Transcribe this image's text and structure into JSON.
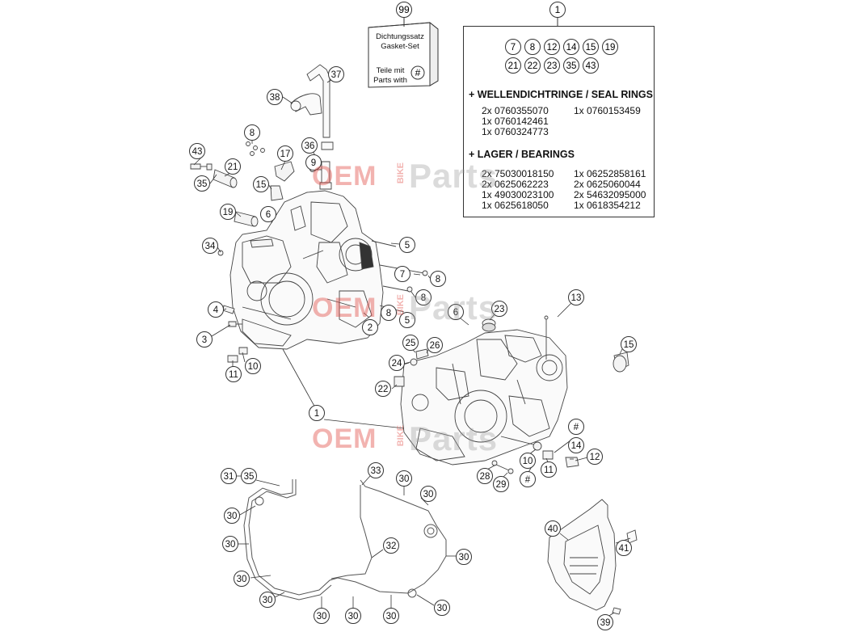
{
  "gasket_set": {
    "number": "99",
    "line1": "Dichtungssatz",
    "line2": "Gasket-Set",
    "line3": "Teile mit",
    "line4": "Parts with",
    "symbol": "#"
  },
  "info_box": {
    "number": "1",
    "parts_row1": [
      "7",
      "8",
      "12",
      "14",
      "15",
      "19"
    ],
    "parts_row2": [
      "21",
      "22",
      "23",
      "35",
      "43"
    ],
    "seal_heading": "+ WELLENDICHTRINGE / SEAL RINGS",
    "seal_left": [
      "2x 0760355070",
      "1x 0760142461",
      "1x 0760324773"
    ],
    "seal_right": [
      "1x 0760153459"
    ],
    "bearing_heading": "+ LAGER / BEARINGS",
    "bearing_left": [
      "2x 75030018150",
      "2x 0625062223",
      "1x 49030023100",
      "1x 0625618050"
    ],
    "bearing_right": [
      "1x 06252858161",
      "2x 0625060044",
      "2x 54632095000",
      "1x 0618354212"
    ]
  },
  "watermark": {
    "brand_a": "OEM",
    "brand_b": "BIKE",
    "brand_c": "Parts"
  },
  "callouts": {
    "c37": "37",
    "c38": "38",
    "c8a": "8",
    "c36": "36",
    "c17": "17",
    "c9": "9",
    "c43": "43",
    "c21": "21",
    "c35a": "35",
    "c15a": "15",
    "c19": "19",
    "c6a": "6",
    "c34": "34",
    "c5a": "5",
    "c7": "7",
    "c8b": "8",
    "c8c": "8",
    "c8d": "8",
    "c4": "4",
    "c3": "3",
    "c2": "2",
    "c5b": "5",
    "c11a": "11",
    "c10a": "10",
    "c6b": "6",
    "c23": "23",
    "c13": "13",
    "c15b": "15",
    "c25": "25",
    "c26": "26",
    "c24": "24",
    "c22": "22",
    "c1b": "1",
    "c14": "14",
    "c12": "12",
    "c10b": "10",
    "c11b": "11",
    "c28": "28",
    "c29": "29",
    "chash1": "#",
    "chash2": "#",
    "c31": "31",
    "c35b": "35",
    "c33": "33",
    "c30a": "30",
    "c30b": "30",
    "c30c": "30",
    "c30d": "30",
    "c30e": "30",
    "c30f": "30",
    "c30g": "30",
    "c30h": "30",
    "c30i": "30",
    "c30j": "30",
    "c30k": "30",
    "c32": "32",
    "c40": "40",
    "c41": "41",
    "c39": "39"
  }
}
